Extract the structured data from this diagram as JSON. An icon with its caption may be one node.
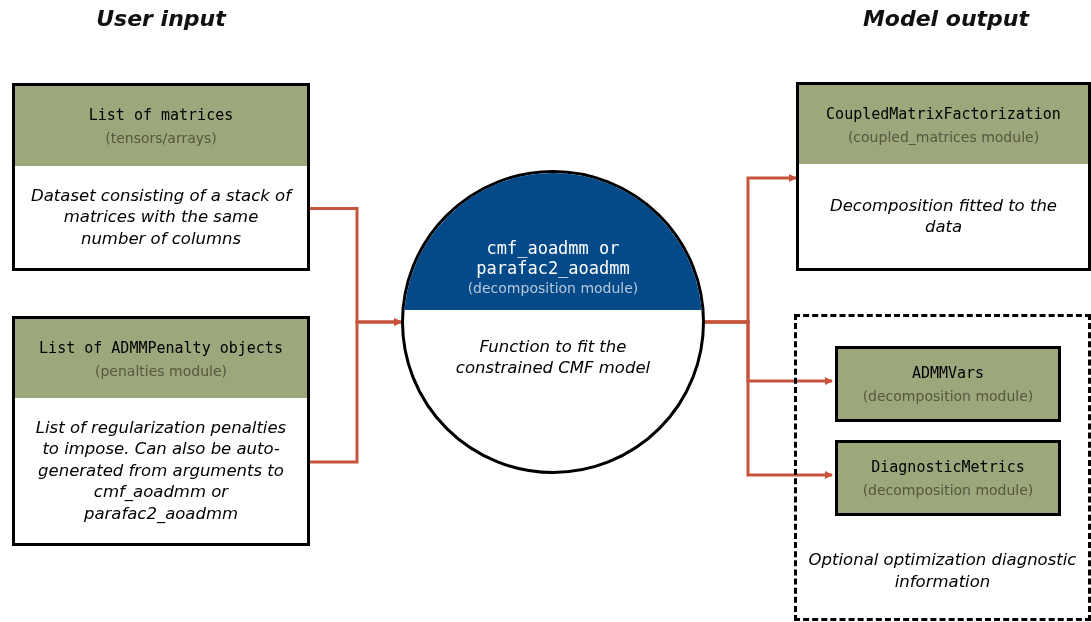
{
  "diagram": {
    "nodes": [
      {
        "text": [
          "List of matrices",
          "(tensors/arrays)",
          "Dataset consisting of a stack of matrices with the same number of columns"
        ]
      },
      {
        "text": [
          "List of ADMMPenalty objects",
          "(penalties module)",
          "List of regularization penalties to impose. Can also be auto-generated from arguments to cmf_aoadmm or parafac2_aoadmm"
        ]
      },
      {
        "text": [
          "cmf_aoadmm or parafac2_aoadmm",
          "(decomposition module)",
          "Function to fit the constrained CMF model"
        ]
      },
      {
        "text": [
          "CoupledMatrixFactorization",
          "(coupled_matrices module)",
          "Decomposition fitted to the data"
        ]
      },
      {
        "text": [
          "Optional optimization diagnostic information"
        ]
      },
      {
        "text": [
          "ADMMVars",
          "(decomposition module)"
        ],
        "in": 4
      },
      {
        "text": [
          "DiagnosticMetrics",
          "(decomposition module)"
        ],
        "in": 4
      }
    ],
    "edges": [
      {
        "from": 0,
        "to": 2,
        "arrow": "to"
      },
      {
        "from": 1,
        "to": 2,
        "arrow": "to"
      },
      {
        "from": 2,
        "to": 3,
        "arrow": "to"
      },
      {
        "from": 2,
        "to": 5,
        "arrow": "to"
      },
      {
        "from": 2,
        "to": 6,
        "arrow": "to"
      }
    ],
    "labels": [
      "User input",
      "Model output"
    ]
  }
}
